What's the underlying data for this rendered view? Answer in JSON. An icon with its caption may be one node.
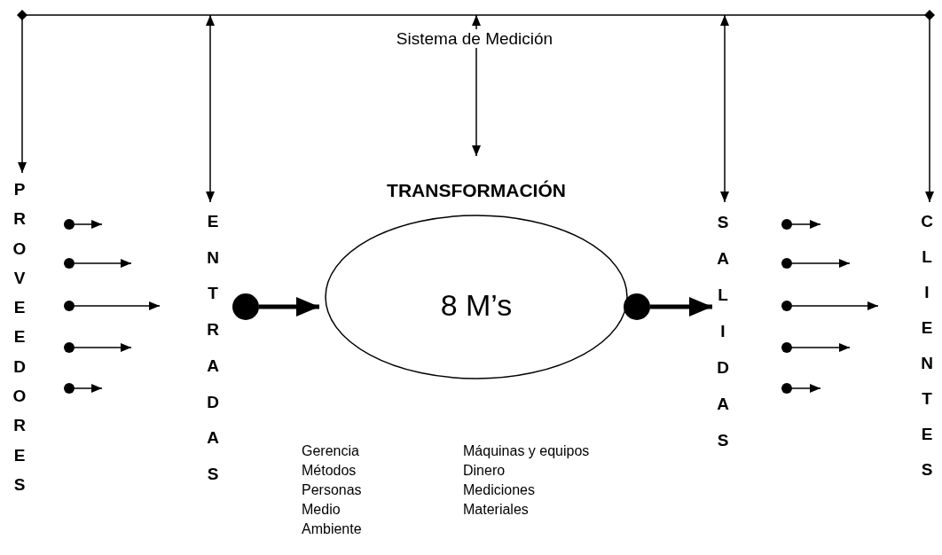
{
  "diagram": {
    "nodes": [
      {
        "text": [
          "Sistema de Medición"
        ]
      },
      {
        "text": [
          "PROVEEDORES"
        ]
      },
      {
        "text": [],
        "shape": "circle"
      },
      {
        "text": [],
        "shape": "circle"
      },
      {
        "text": [],
        "shape": "circle"
      },
      {
        "text": [],
        "shape": "circle"
      },
      {
        "text": [],
        "shape": "circle"
      },
      {
        "text": [
          "ENTRADAS"
        ]
      },
      {
        "text": [],
        "shape": "circle"
      },
      {
        "text": [
          "TRANSFORMACIÓN",
          "8 M’s"
        ]
      },
      {
        "text": [],
        "shape": "circle"
      },
      {
        "text": [
          "SALIDAS"
        ]
      },
      {
        "text": [],
        "shape": "circle"
      },
      {
        "text": [],
        "shape": "circle"
      },
      {
        "text": [],
        "shape": "circle"
      },
      {
        "text": [],
        "shape": "circle"
      },
      {
        "text": [],
        "shape": "circle"
      },
      {
        "text": [
          "CLIENTES"
        ]
      }
    ],
    "edges": [
      {
        "from": 0,
        "to": 1,
        "arrow": "to"
      },
      {
        "from": 0,
        "to": 7,
        "arrow": "both"
      },
      {
        "from": 0,
        "to": 9,
        "arrow": "both"
      },
      {
        "from": 0,
        "to": 11,
        "arrow": "both"
      },
      {
        "from": 0,
        "to": 17,
        "arrow": "to"
      },
      {
        "from": 2,
        "to": null,
        "arrow": "to"
      },
      {
        "from": 3,
        "to": null,
        "arrow": "to"
      },
      {
        "from": 4,
        "to": null,
        "arrow": "to"
      },
      {
        "from": 5,
        "to": null,
        "arrow": "to"
      },
      {
        "from": 6,
        "to": null,
        "arrow": "to"
      },
      {
        "from": 8,
        "to": 9,
        "arrow": "to",
        "style": "thick"
      },
      {
        "from": 10,
        "to": 11,
        "arrow": "to",
        "style": "thick"
      },
      {
        "from": 12,
        "to": null,
        "arrow": "to"
      },
      {
        "from": 13,
        "to": null,
        "arrow": "to"
      },
      {
        "from": 14,
        "to": null,
        "arrow": "to"
      },
      {
        "from": 15,
        "to": null,
        "arrow": "to"
      },
      {
        "from": 16,
        "to": null,
        "arrow": "to"
      }
    ],
    "labels": [
      "Gerencia",
      "Métodos",
      "Personas",
      "Medio Ambiente",
      "Máquinas y equipos",
      "Dinero",
      "Mediciones",
      "Materiales"
    ]
  }
}
